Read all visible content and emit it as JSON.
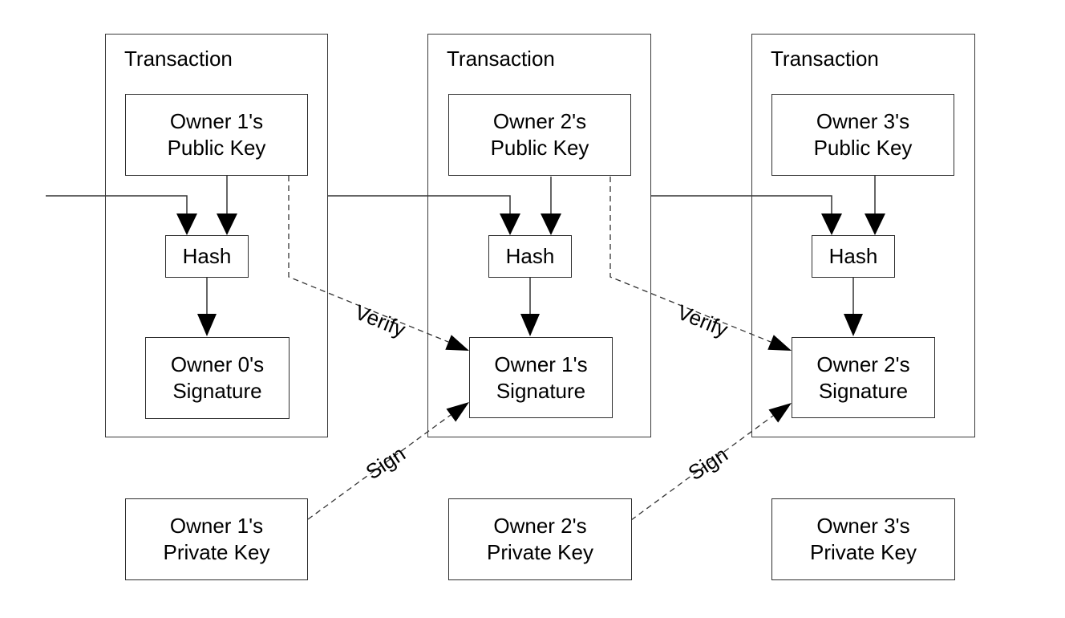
{
  "diagram": {
    "background_color": "#ffffff",
    "line_color": "#333333",
    "text_color": "#000000",
    "transactions": [
      {
        "title": "Transaction",
        "public_key_line1": "Owner 1's",
        "public_key_line2": "Public Key",
        "hash_label": "Hash",
        "signature_line1": "Owner 0's",
        "signature_line2": "Signature"
      },
      {
        "title": "Transaction",
        "public_key_line1": "Owner 2's",
        "public_key_line2": "Public Key",
        "hash_label": "Hash",
        "signature_line1": "Owner 1's",
        "signature_line2": "Signature"
      },
      {
        "title": "Transaction",
        "public_key_line1": "Owner 3's",
        "public_key_line2": "Public Key",
        "hash_label": "Hash",
        "signature_line1": "Owner 2's",
        "signature_line2": "Signature"
      }
    ],
    "private_keys": [
      {
        "line1": "Owner 1's",
        "line2": "Private Key"
      },
      {
        "line1": "Owner 2's",
        "line2": "Private Key"
      },
      {
        "line1": "Owner 3's",
        "line2": "Private Key"
      }
    ],
    "arrow_labels": {
      "verify": "Verify",
      "sign": "Sign"
    }
  }
}
